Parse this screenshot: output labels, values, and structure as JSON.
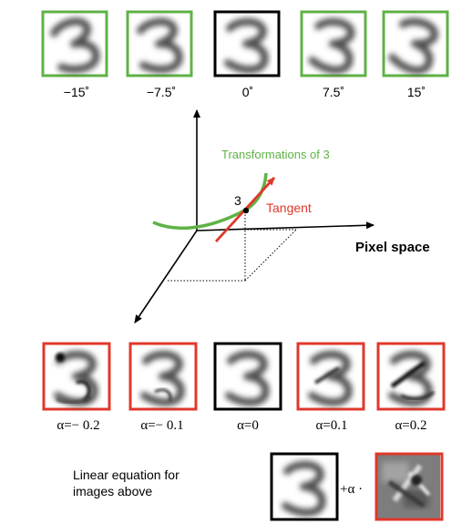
{
  "colors": {
    "green": "#5fb246",
    "red": "#e0382c",
    "black": "#000000"
  },
  "rotation_row": {
    "labels": [
      "−15˚",
      "−7.5˚",
      "0˚",
      "7.5˚",
      "15˚"
    ]
  },
  "axes": {
    "pixel_space_label": "Pixel space"
  },
  "curve": {
    "transformations_label": "Transformations of 3",
    "tangent_label": "Tangent",
    "point_label": "3"
  },
  "alpha_row": {
    "labels": [
      "α=− 0.2",
      "α=− 0.1",
      "α=0",
      "α=0.1",
      "α=0.2"
    ]
  },
  "equation": {
    "caption_line1": "Linear equation for",
    "caption_line2": "images above",
    "operator": "+α ·"
  }
}
